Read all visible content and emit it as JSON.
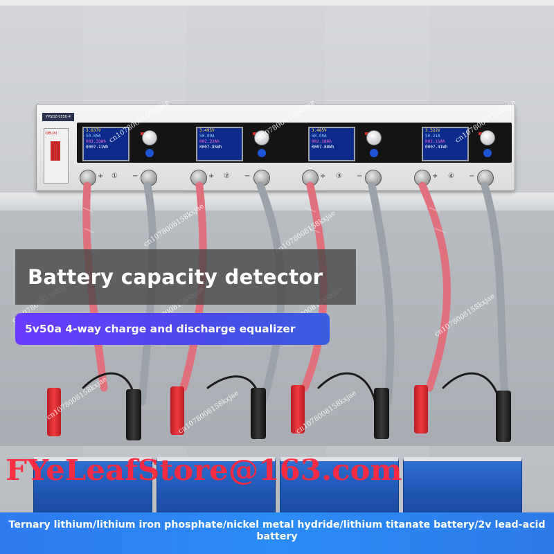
{
  "headline": "Battery capacity detector",
  "subheadline": "5v50a 4-way charge and discharge equalizer",
  "battery_types": "Ternary lithium/lithium iron phosphate/nickel metal hydride/lithium titanate battery/2v lead-acid battery",
  "store_email_watermark": "FYeLeafStore@163.com",
  "watermark_id": "cn1078008158kxjae",
  "device": {
    "model_plate": "YPSDZ-0550-4",
    "breaker_brand": "DELIXI",
    "channel_numbers": [
      "①",
      "②",
      "③",
      "④"
    ],
    "polarity_plus": "+",
    "polarity_minus": "−",
    "screens": [
      {
        "voltage": "3.637V",
        "current": "50.00A",
        "capacity": "002.33Ah",
        "energy": "0007.11Wh"
      },
      {
        "voltage": "3.495V",
        "current": "50.00A",
        "capacity": "002.22Ah",
        "energy": "0007.85Wh"
      },
      {
        "voltage": "3.485V",
        "current": "50.00A",
        "capacity": "002.18Ah",
        "energy": "0007.88Wh"
      },
      {
        "voltage": "3.522V",
        "current": "50.21A",
        "capacity": "002.11Ah",
        "energy": "0007.41Wh"
      }
    ]
  },
  "colors": {
    "title_box": "#464646",
    "pill_gradient_start": "#6a3bff",
    "pill_gradient_end": "#3a5ee0",
    "bottom_band": "#2a8cf5",
    "watermark_red": "#ff283c",
    "battery_blue": "#1f56b3"
  }
}
